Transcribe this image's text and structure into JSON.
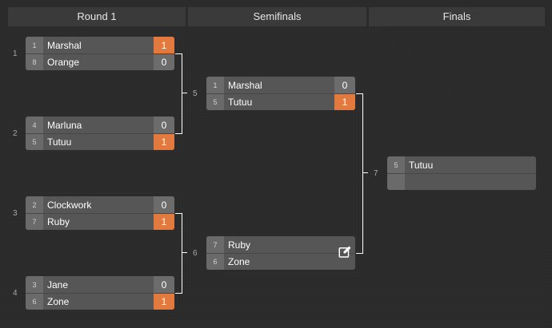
{
  "rounds": [
    {
      "label": "Round 1"
    },
    {
      "label": "Semifinals"
    },
    {
      "label": "Finals"
    }
  ],
  "matches": [
    {
      "num": "1",
      "p1": {
        "seed": "1",
        "name": "Marshal",
        "score": "1",
        "win": true
      },
      "p2": {
        "seed": "8",
        "name": "Orange",
        "score": "0",
        "win": false
      }
    },
    {
      "num": "2",
      "p1": {
        "seed": "4",
        "name": "Marluna",
        "score": "0",
        "win": false
      },
      "p2": {
        "seed": "5",
        "name": "Tutuu",
        "score": "1",
        "win": true
      }
    },
    {
      "num": "3",
      "p1": {
        "seed": "2",
        "name": "Clockwork",
        "score": "0",
        "win": false
      },
      "p2": {
        "seed": "7",
        "name": "Ruby",
        "score": "1",
        "win": true
      }
    },
    {
      "num": "4",
      "p1": {
        "seed": "3",
        "name": "Jane",
        "score": "0",
        "win": false
      },
      "p2": {
        "seed": "6",
        "name": "Zone",
        "score": "1",
        "win": true
      }
    },
    {
      "num": "5",
      "p1": {
        "seed": "1",
        "name": "Marshal",
        "score": "0",
        "win": false
      },
      "p2": {
        "seed": "5",
        "name": "Tutuu",
        "score": "1",
        "win": true
      }
    },
    {
      "num": "6",
      "p1": {
        "seed": "7",
        "name": "Ruby",
        "score": "",
        "win": false
      },
      "p2": {
        "seed": "6",
        "name": "Zone",
        "score": "",
        "win": false
      }
    },
    {
      "num": "7",
      "p1": {
        "seed": "5",
        "name": "Tutuu",
        "score": "",
        "win": false
      },
      "p2": {
        "seed": "",
        "name": "",
        "score": "",
        "win": false
      }
    }
  ],
  "colors": {
    "win": "#e27a3f",
    "background": "#2b2b2b",
    "card": "#565656"
  },
  "icons": {
    "edit": "edit-icon"
  }
}
